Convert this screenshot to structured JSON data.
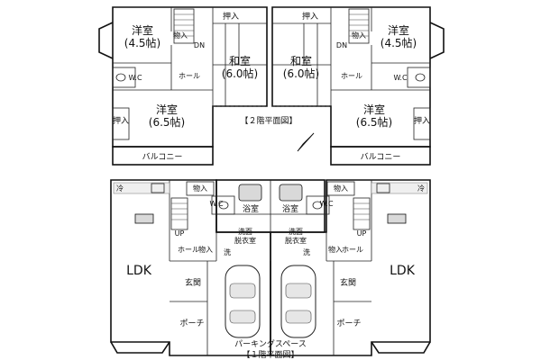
{
  "upper": {
    "western_small_1": "洋室",
    "western_small_1_size": "(4.5帖)",
    "western_small_2": "洋室",
    "western_small_2_size": "(4.5帖)",
    "western_large_1": "洋室",
    "western_large_1_size": "(6.5帖)",
    "western_large_2": "洋室",
    "western_large_2_size": "(6.5帖)",
    "japanese_1": "和室",
    "japanese_1_size": "(6.0帖)",
    "japanese_2": "和室",
    "japanese_2_size": "(6.0帖)",
    "oshiire_1": "押入",
    "oshiire_2": "押入",
    "oshiire_3": "押入",
    "oshiire_4": "押入",
    "storage_1": "物入",
    "storage_2": "物入",
    "dn_1": "DN",
    "dn_2": "DN",
    "wc_1": "W.C",
    "wc_2": "W.C",
    "hall_1": "ホール",
    "hall_2": "ホール",
    "balcony_1": "バルコニー",
    "balcony_2": "バルコニー",
    "caption": "【２階平面図】"
  },
  "lower": {
    "ldk_1": "LDK",
    "ldk_2": "LDK",
    "fridge_1": "冷",
    "fridge_2": "冷",
    "storage_1": "物入",
    "storage_2": "物入",
    "storage_3": "物入",
    "storage_4": "物入",
    "wc_1": "W.C",
    "wc_2": "W.C",
    "bath_1": "浴室",
    "bath_2": "浴室",
    "wash_1": "洗面\n脱衣室",
    "wash_1a": "洗面",
    "wash_1b": "脱衣室",
    "wash_2a": "洗面",
    "wash_2b": "脱衣室",
    "washer_1": "洗",
    "washer_2": "洗",
    "up_1": "UP",
    "up_2": "UP",
    "hall_1": "ホール",
    "hall_2": "ホール",
    "entrance_1": "玄関",
    "entrance_2": "玄関",
    "porch_1": "ポーチ",
    "porch_2": "ポーチ",
    "parking": "パーキングスペース",
    "caption": "【１階平面図】"
  }
}
